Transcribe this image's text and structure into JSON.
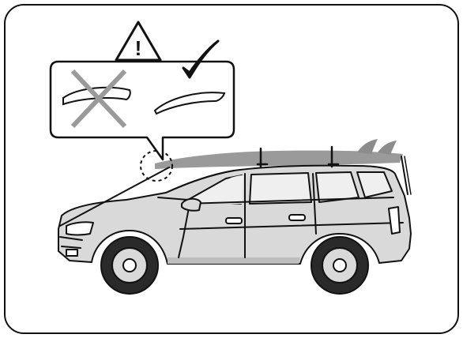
{
  "figure": {
    "type": "instruction-illustration",
    "subject": "car-with-surfboard-on-roof-rack",
    "warning": {
      "icon": "warning-triangle-icon",
      "symbol": "!"
    },
    "callout": {
      "wrong_example": {
        "icon": "cross-icon",
        "meaning": "incorrect"
      },
      "right_example": {
        "icon": "checkmark-icon",
        "meaning": "correct"
      }
    },
    "colors": {
      "line": "#111111",
      "car_fill": "#d9d9d9",
      "car_dark": "#a8a8a8",
      "window_fill": "#efefef",
      "tire_fill": "#2a2a2a",
      "surfboard": "#9a9a9a",
      "cross": "#9a9a9a"
    }
  }
}
